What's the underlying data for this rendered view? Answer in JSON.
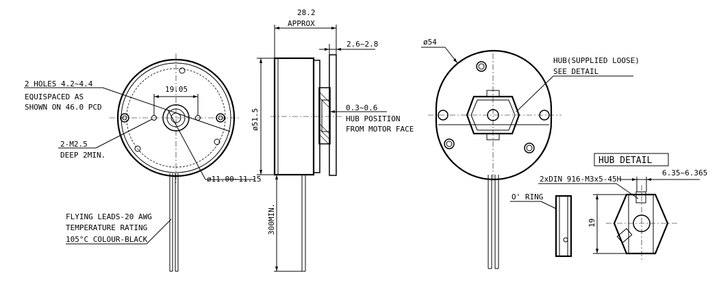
{
  "labels": {
    "holes_line1": "2 HOLES 4.2~4.4",
    "holes_line2": "EQUISPACED AS",
    "holes_line3": "SHOWN ON 46.0 PCD",
    "dim_1905": "19.05",
    "m25_line1": "2-M2.5",
    "m25_line2": "DEEP 2MIN.",
    "shaft_dia": "ø11.00~11.15",
    "leads_line1": "FLYING LEADS-20 AWG",
    "leads_line2": "TEMPERATURE RATING",
    "leads_line3": "105°C COLOUR-BLACK",
    "approx_value": "28.2",
    "approx_word": "APPROX",
    "dim_26_28": "2.6~2.8",
    "dim_515": "ø51.5",
    "dim_03_06": "0.3~0.6",
    "hub_pos_line1": "HUB POSITION",
    "hub_pos_line2": "FROM MOTOR FACE",
    "dim_300": "300MIN.",
    "dim_54": "ø54",
    "hub_supplied_line1": "HUB(SUPPLIED LOOSE)",
    "hub_supplied_line2": "SEE DETAIL",
    "hub_detail_title": "HUB DETAIL",
    "dim_635": "6.35~6.365",
    "din_screw": "2xDIN 916-M3x5-45H",
    "oring": "O' RING",
    "dim_19": "19"
  }
}
